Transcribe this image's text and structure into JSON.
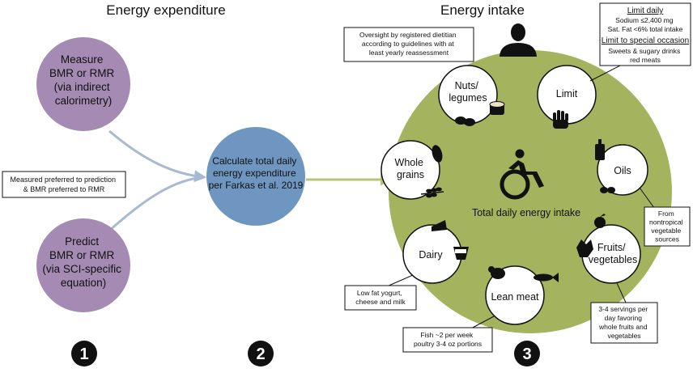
{
  "headers": {
    "left": "Energy expenditure",
    "right": "Energy intake"
  },
  "steps": {
    "measure": [
      "Measure",
      "BMR or RMR",
      "(via indirect",
      "calorimetry)"
    ],
    "predict": [
      "Predict",
      "BMR or RMR",
      "(via SCI-specific",
      "equation)"
    ],
    "calculate": [
      "Calculate total daily",
      "energy expenditure",
      "per Farkas et al. 2019"
    ],
    "preference_note": [
      "Measured preferred to prediction",
      "& BMR preferred to RMR"
    ]
  },
  "numbers": {
    "one": "1",
    "two": "2",
    "three": "3"
  },
  "plate": {
    "center_label": "Total daily energy intake",
    "groups": {
      "nuts": [
        "Nuts/",
        "legumes"
      ],
      "limit": "Limit",
      "whole_grains": [
        "Whole",
        "grains"
      ],
      "oils": "Oils",
      "dairy": "Dairy",
      "lean_meat": "Lean meat",
      "fruits": [
        "Fruits/",
        "vegetables"
      ]
    }
  },
  "notes": {
    "dietitian": [
      "Oversight by registered dietitian",
      "according to guidelines with at",
      "least yearly reassessment"
    ],
    "limit_daily_title": "Limit daily",
    "limit_daily_lines": [
      "Sodium ≤2,400 mg",
      "Sat. Fat <6% total intake"
    ],
    "limit_occasion_title": "Limit to special occasion",
    "limit_occasion_lines": [
      "Sweets & sugary drinks",
      "red meats"
    ],
    "oils": [
      "From",
      "nontropical",
      "vegetable",
      "sources"
    ],
    "dairy": [
      "Low fat yogurt,",
      "cheese and milk"
    ],
    "meat": [
      "Fish ~2 per week",
      "poultry 3-4 oz portions"
    ],
    "fruits": [
      "3-4 servings per",
      "day favoring",
      "whole fruits and",
      "vegetables"
    ]
  },
  "colors": {
    "purple": "#a58bb3",
    "blue": "#6e96c0",
    "green": "#a3b35e",
    "arrow": "#a8b9d2",
    "arrow_green": "#b5c47a"
  }
}
